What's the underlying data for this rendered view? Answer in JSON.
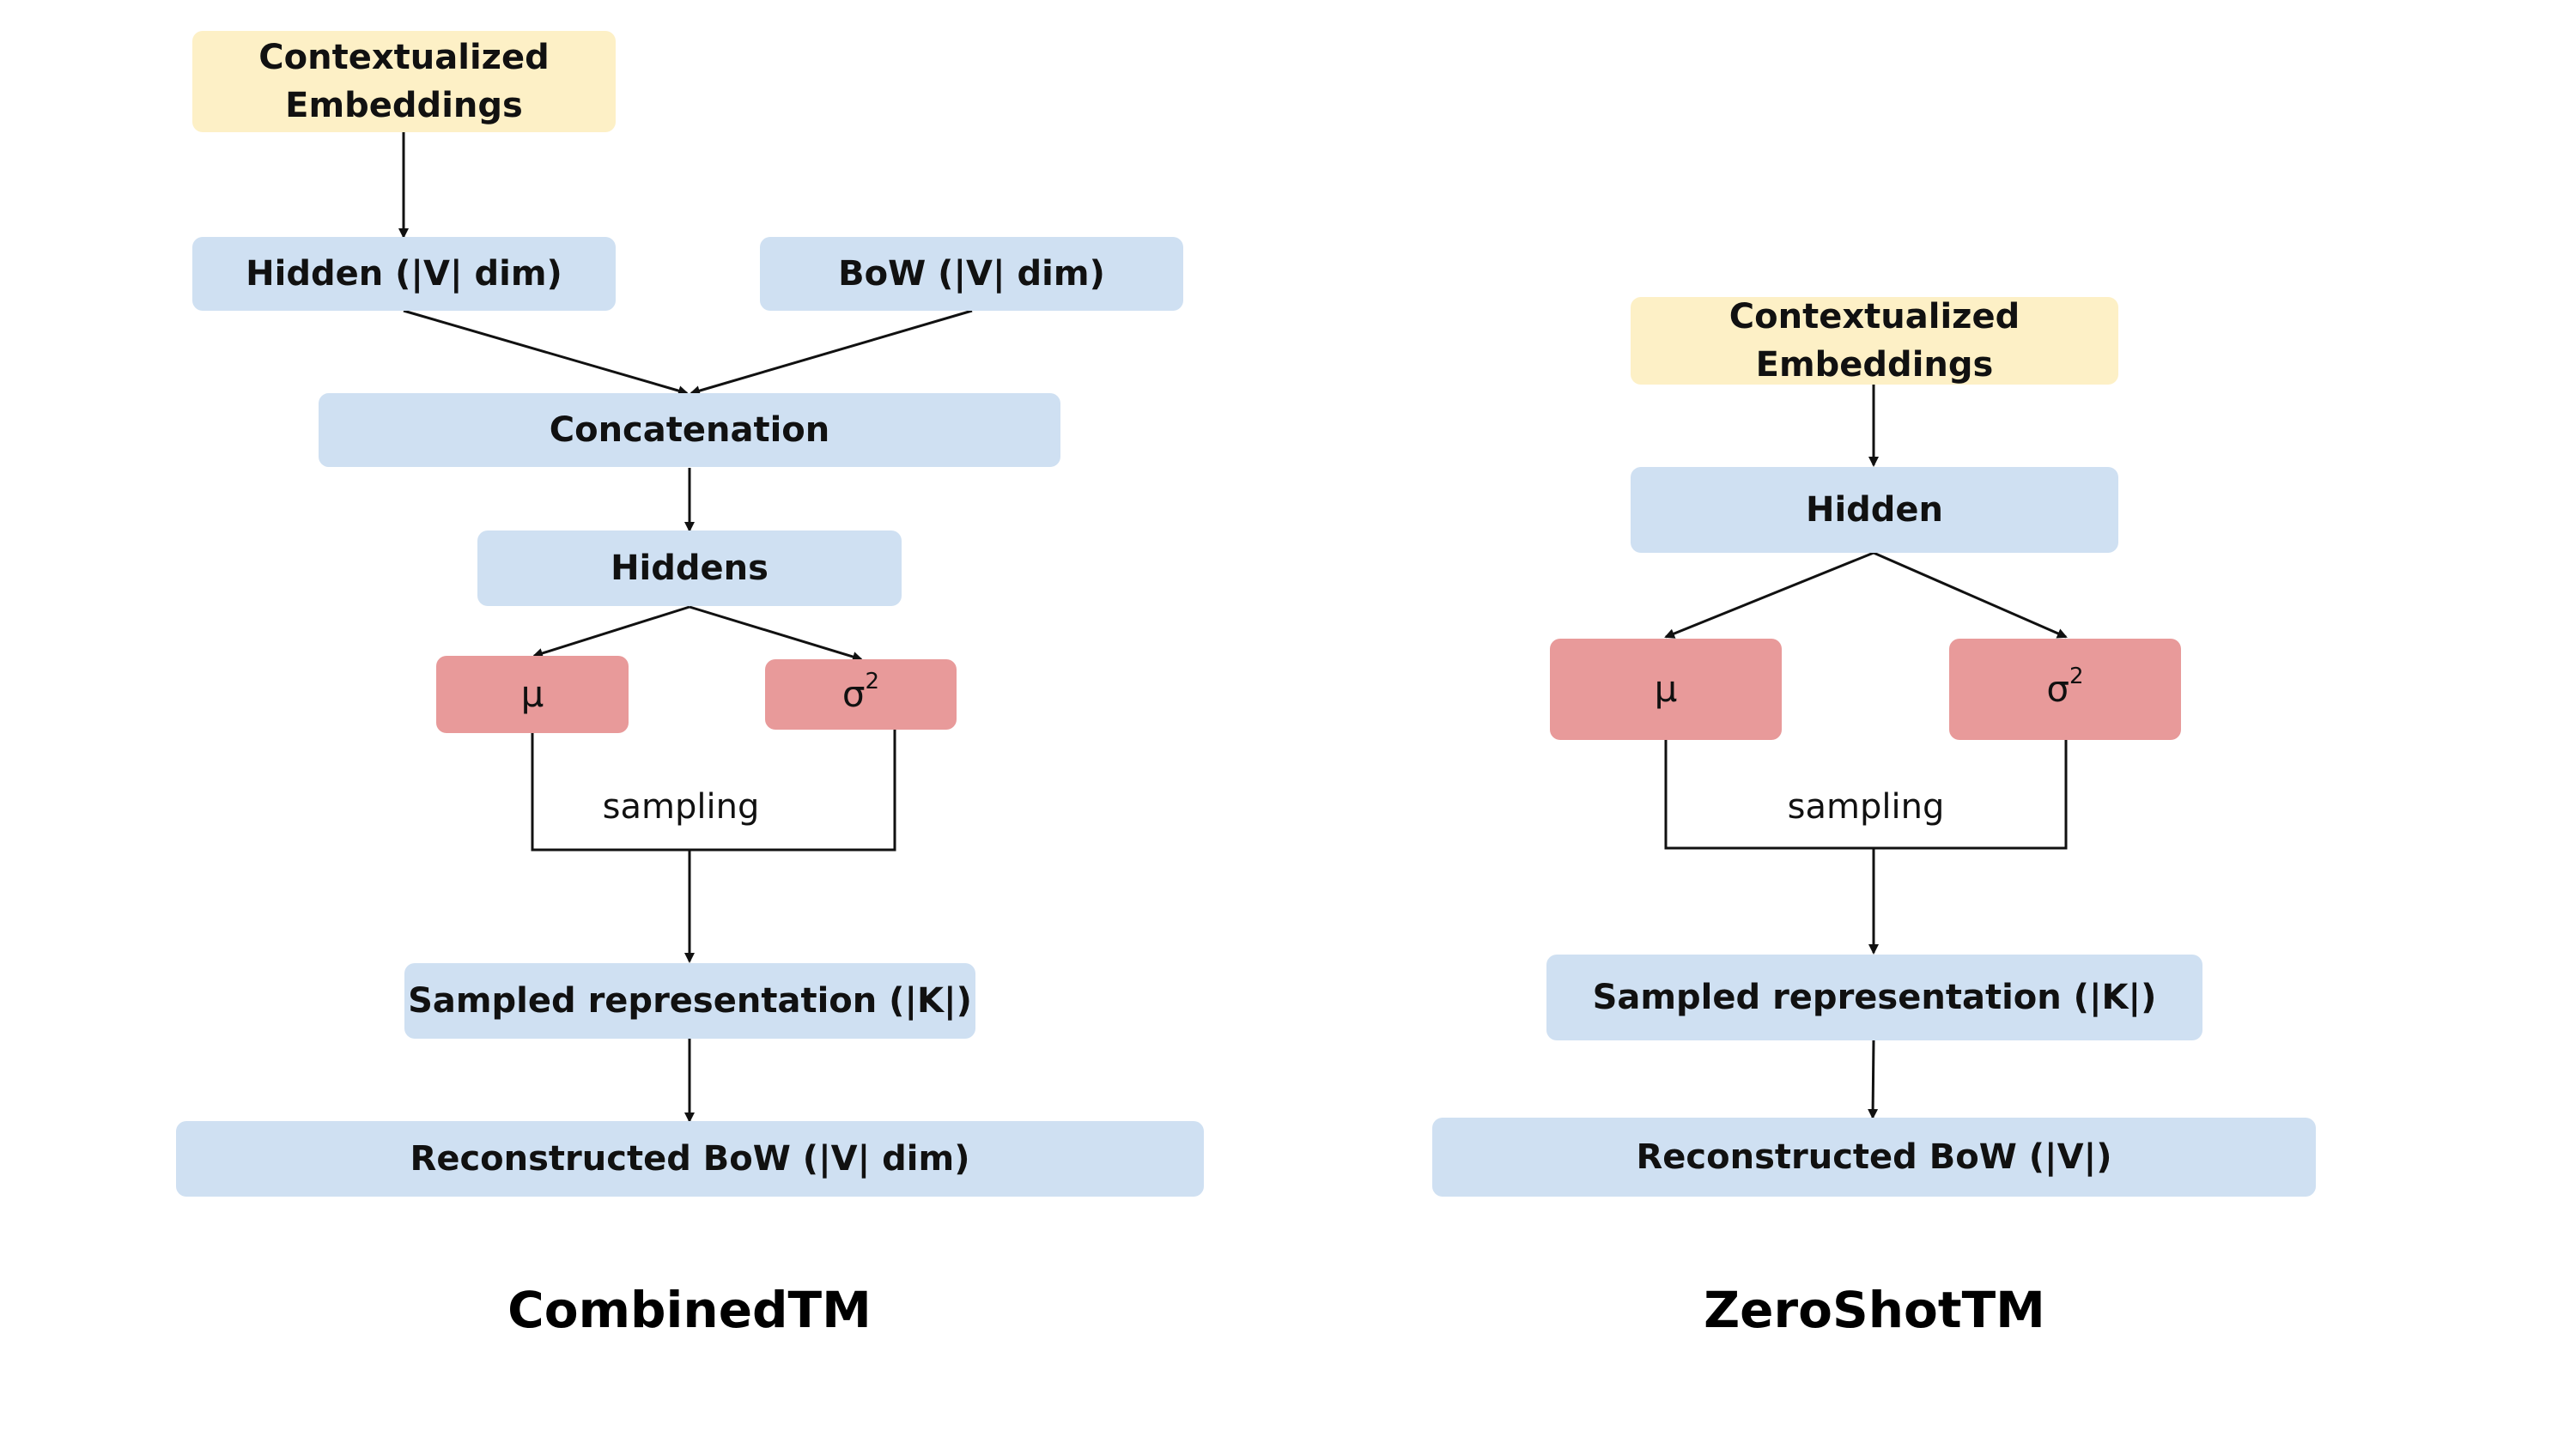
{
  "combined": {
    "contextualized": "Contextualized Embeddings",
    "hidden": "Hidden (|V| dim)",
    "bow": "BoW (|V| dim)",
    "concatenation": "Concatenation",
    "hiddens": "Hiddens",
    "mu": "μ",
    "sigma": "σ",
    "sigma_exp": "2",
    "sampling": "sampling",
    "sampled": "Sampled representation (|K|)",
    "reconstructed": "Reconstructed BoW (|V| dim)",
    "title": "CombinedTM"
  },
  "zeroshot": {
    "contextualized": "Contextualized Embeddings",
    "hidden": "Hidden",
    "mu": "μ",
    "sigma": "σ",
    "sigma_exp": "2",
    "sampling": "sampling",
    "sampled": "Sampled representation (|K|)",
    "reconstructed": "Reconstructed BoW (|V|)",
    "title": "ZeroShotTM"
  },
  "colors": {
    "node_fill": "#cfe0f2",
    "embedding_fill": "#fdf0c6",
    "param_fill": "#e89a9a",
    "edge": "#111111"
  }
}
